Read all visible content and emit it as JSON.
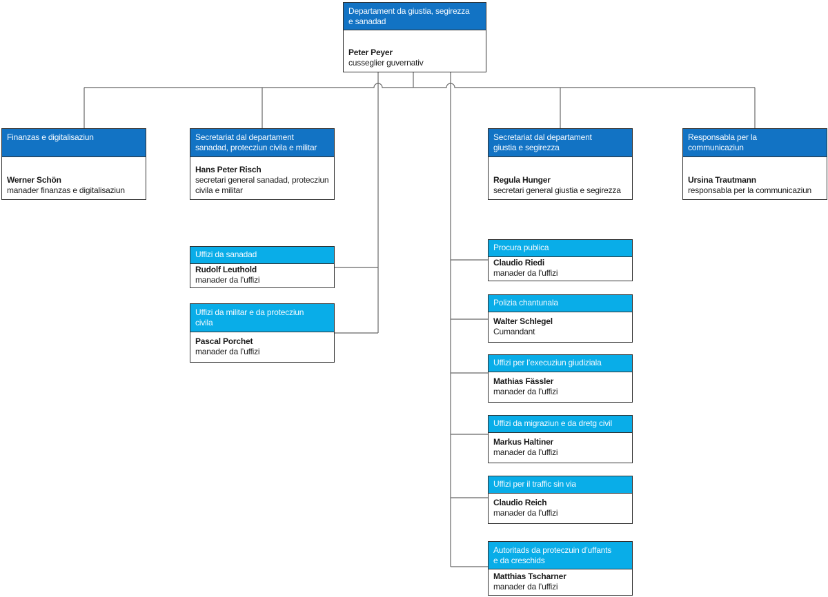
{
  "org_chart": {
    "root": {
      "title": "Departament da giustia, segirezza\ne sanadad",
      "person": "Peter Peyer",
      "role": "cusseglier guvernativ"
    },
    "level2": [
      {
        "title": "Finanzas e digitalisaziun",
        "person": "Werner Schön",
        "role": "manader finanzas e digitalisaziun"
      },
      {
        "title": "Secretariat dal departament\nsanadad, protecziun civila e militar",
        "person": "Hans Peter Risch",
        "role": "secretari general sanadad, protecziun\ncivila e militar"
      },
      {
        "title": "Secretariat dal departament\ngiustia e segirezza",
        "person": "Regula Hunger",
        "role": "secretari general giustia e segirezza"
      },
      {
        "title": "Responsabla per la\ncommunicaziun",
        "person": "Ursina Trautmann",
        "role": "responsabla per la communicaziun"
      }
    ],
    "offices_sanadad": [
      {
        "title": "Uffizi da sanadad",
        "person": "Rudolf Leuthold",
        "role": "manader da l’uffizi"
      },
      {
        "title": "Uffizi da militar e da protecziun\ncivila",
        "person": "Pascal Porchet",
        "role": "manader da l’uffizi"
      }
    ],
    "offices_giustia": [
      {
        "title": "Procura publica",
        "person": "Claudio Riedi",
        "role": "manader da l’uffizi"
      },
      {
        "title": "Polizia chantunala",
        "person": "Walter Schlegel",
        "role": "Cumandant"
      },
      {
        "title": "Uffizi per l’execuziun giudiziala",
        "person": "Mathias Fässler",
        "role": "manader da l’uffizi"
      },
      {
        "title": "Uffizi da migraziun e da dretg civil",
        "person": "Markus Haltiner",
        "role": "manader da l’uffizi"
      },
      {
        "title": "Uffizi per il traffic sin via",
        "person": "Claudio Reich",
        "role": "manader da l’uffizi"
      },
      {
        "title": "Autoritads da proteczuin d’uffants\ne da creschids",
        "person": "Matthias Tscharner",
        "role": "manader da l’uffizi"
      }
    ],
    "colors": {
      "header_dark_blue": "#1273C4",
      "header_light_blue": "#09ADE8",
      "box_border": "#2F2F2F",
      "connector_line": "#666666",
      "header_text": "#F4FAFF",
      "body_text": "#1A1A1A"
    }
  }
}
